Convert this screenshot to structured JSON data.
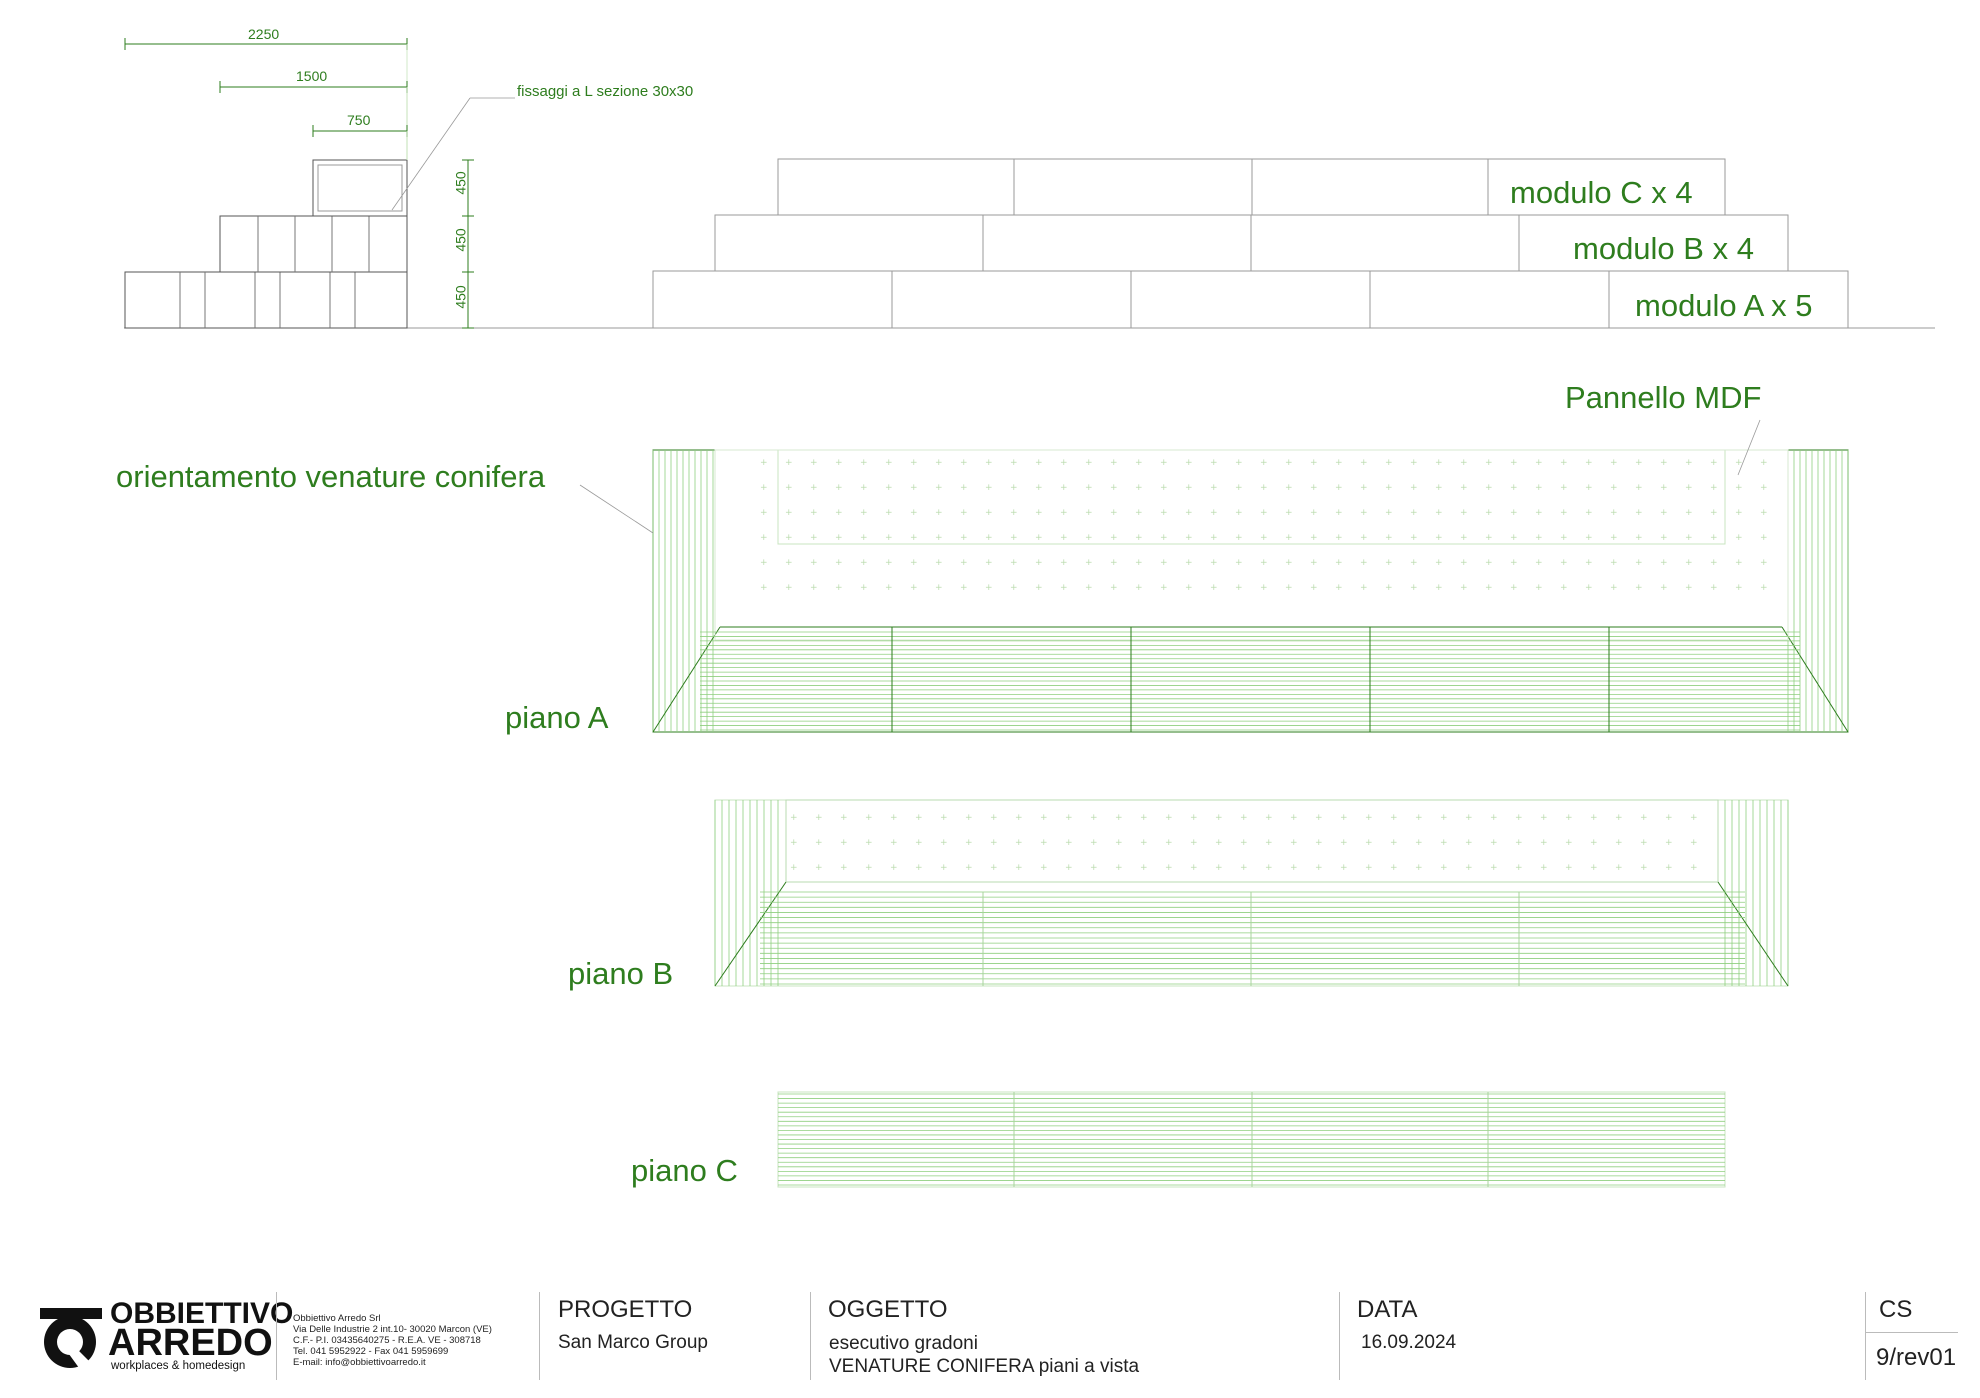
{
  "dimensions": {
    "width_total": "2250",
    "width_mid": "1500",
    "width_small": "750",
    "height_a": "450",
    "height_b": "450",
    "height_c": "450"
  },
  "notes": {
    "fixing": "fissaggi a L sezione 30x30",
    "grain_orientation": "orientamento venature conifera",
    "mdf_panel": "Pannello MDF"
  },
  "modules": {
    "c": "modulo C x 4",
    "b": "modulo B x 4",
    "a": "modulo A x 5"
  },
  "plans": {
    "a": "piano A",
    "b": "piano B",
    "c": "piano C"
  },
  "colors": {
    "line_green": "#2e7d1e",
    "hatch_green": "#8fcf7f",
    "outline_gray": "#9a9a9a"
  },
  "title_block": {
    "company": {
      "logo_top": "OBBIETTIVO",
      "logo_bottom": "ARREDO",
      "tagline": "workplaces & homedesign",
      "name": "Obbiettivo Arredo Srl",
      "address": "Via Delle Industrie 2 int.10- 30020 Marcon (VE)",
      "tax": "C.F.- P.I. 03435640275  - R.E.A. VE - 308718",
      "phone": "Tel. 041 5952922 - Fax 041 5959699",
      "email": "E-mail: info@obbiettivoarredo.it"
    },
    "project_label": "PROGETTO",
    "project_value": "San Marco Group",
    "subject_label": "OGGETTO",
    "subject_line1": "esecutivo gradoni",
    "subject_line2": "VENATURE CONIFERA piani a vista",
    "date_label": "DATA",
    "date_value": "16.09.2024",
    "code_label": "CS",
    "code_value": "9/rev01"
  }
}
